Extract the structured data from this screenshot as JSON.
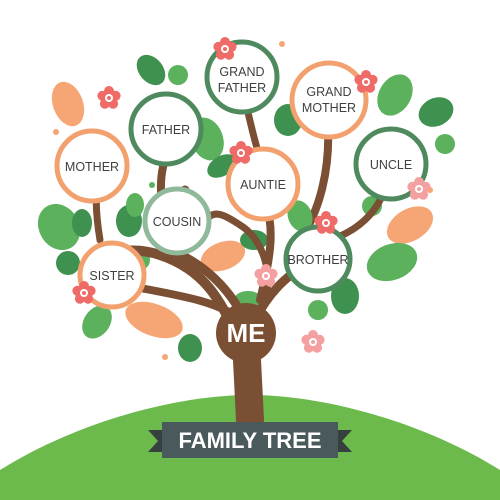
{
  "title": "FAMILY TREE",
  "root": {
    "label": "ME"
  },
  "members": {
    "grandfather": [
      "GRAND",
      "FATHER"
    ],
    "grandmother": [
      "GRAND",
      "MOTHER"
    ],
    "father": "FATHER",
    "mother": "MOTHER",
    "auntie": "AUNTIE",
    "uncle": "UNCLE",
    "cousin": "COUSIN",
    "brother": "BROTHER",
    "sister": "SISTER"
  },
  "colors": {
    "green_ring": "#4e8a5e",
    "orange_ring": "#f2a16e",
    "trunk": "#7b4f33",
    "leaf_green": "#5bb15c",
    "leaf_dark": "#3f9150",
    "leaf_orange": "#f6a574",
    "flower": "#ee6b67",
    "ground": "#6cba4b",
    "banner": "#4a5a5c",
    "banner_fold": "#35403f"
  }
}
